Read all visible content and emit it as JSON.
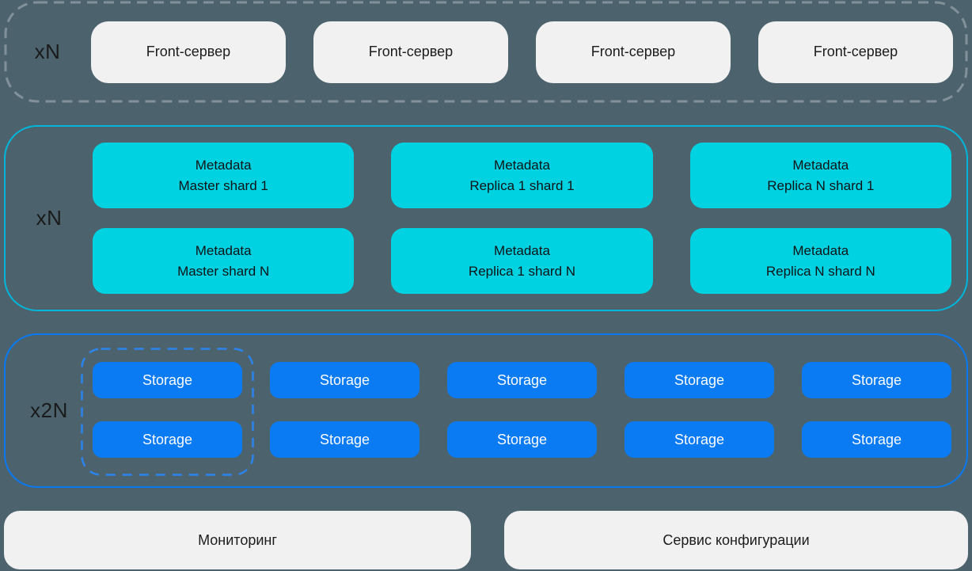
{
  "colors": {
    "background": "#4c636e",
    "front_node_fill": "#f1f1f1",
    "front_outline": "#829099",
    "metadata_node_fill": "#00d2e2",
    "metadata_outline": "#00b6da",
    "storage_node_fill": "#0b7bf3",
    "storage_outline": "#0879f1",
    "storage_pair_outline": "#2b84ee",
    "dark_text": "#1a1a1a",
    "light_text": "#fdfdfd"
  },
  "front_tier": {
    "label": "xN",
    "servers": [
      "Front-сервер",
      "Front-сервер",
      "Front-сервер",
      "Front-сервер"
    ]
  },
  "metadata_tier": {
    "label": "xN",
    "nodes": [
      {
        "line1": "Metadata",
        "line2": "Master shard 1"
      },
      {
        "line1": "Metadata",
        "line2": "Replica 1 shard 1"
      },
      {
        "line1": "Metadata",
        "line2": "Replica N shard 1"
      },
      {
        "line1": "Metadata",
        "line2": "Master shard N"
      },
      {
        "line1": "Metadata",
        "line2": "Replica 1 shard N"
      },
      {
        "line1": "Metadata",
        "line2": "Replica N shard N"
      }
    ]
  },
  "storage_tier": {
    "label": "x2N",
    "nodes": [
      "Storage",
      "Storage",
      "Storage",
      "Storage",
      "Storage",
      "Storage",
      "Storage",
      "Storage",
      "Storage",
      "Storage"
    ]
  },
  "services": {
    "monitoring": "Мониторинг",
    "configuration": "Сервис конфигурации"
  }
}
